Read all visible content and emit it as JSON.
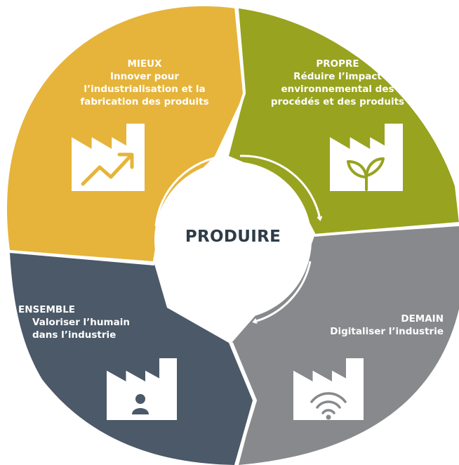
{
  "center": {
    "label": "PRODUIRE"
  },
  "segments": [
    {
      "id": "mieux",
      "color": "#e6b43a",
      "heading": "MIEUX",
      "description": "Innover pour\nl’industrialisation et la\nfabrication des produits",
      "icon": "factory-growth-arrow-icon"
    },
    {
      "id": "propre",
      "color": "#98a320",
      "heading": "PROPRE",
      "description": "Réduire l’impact\nenvironnemental des\nprocédés et des produits",
      "icon": "factory-leaves-icon"
    },
    {
      "id": "demain",
      "color": "#87898c",
      "heading": "DEMAIN",
      "description": "Digitaliser l’industrie",
      "icon": "factory-wifi-icon"
    },
    {
      "id": "ensemble",
      "color": "#4b5968",
      "heading": "ENSEMBLE",
      "description": "Valoriser l’humain\ndans l’industrie",
      "icon": "factory-person-icon"
    }
  ]
}
